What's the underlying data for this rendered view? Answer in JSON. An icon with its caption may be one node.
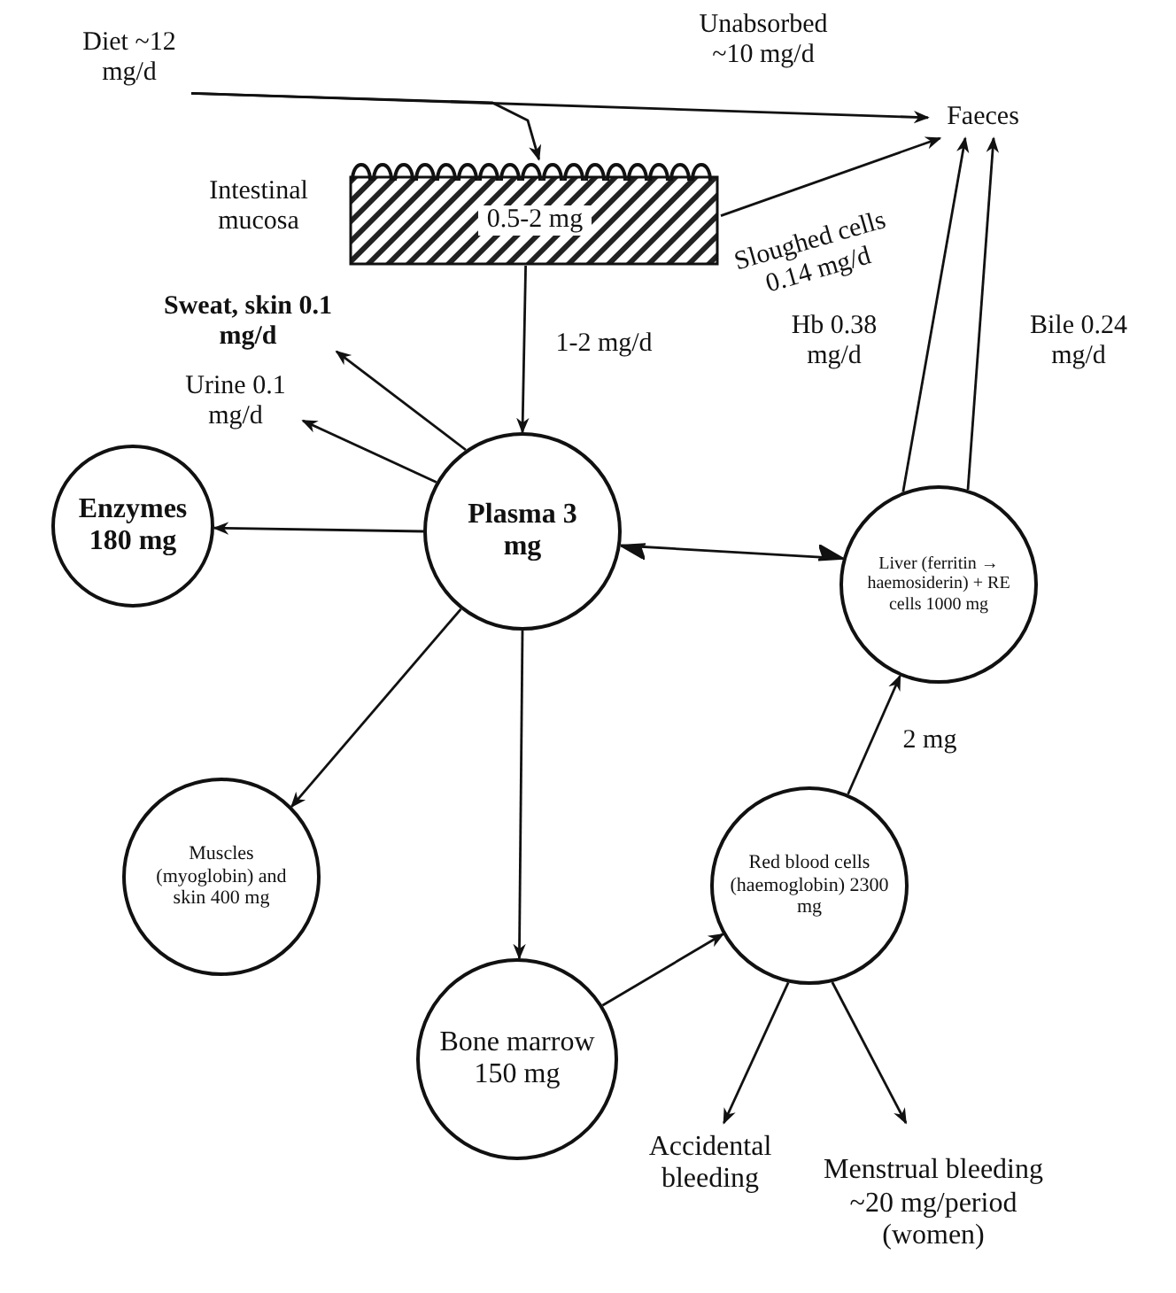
{
  "diagram": {
    "nodes": [
      {
        "text": [
          "Diet ~12 mg/d"
        ]
      },
      {
        "text": [
          "Faeces"
        ]
      },
      {
        "text": [
          "Intestinal mucosa",
          "0.5-2 mg"
        ]
      },
      {
        "text": [
          "Sweat, skin 0.1 mg/d"
        ]
      },
      {
        "text": [
          "Urine 0.1 mg/d"
        ]
      },
      {
        "text": [
          "Enzymes 180 mg"
        ]
      },
      {
        "text": [
          "Plasma 3 mg"
        ]
      },
      {
        "text": [
          "Liver (ferritin → haemosiderin) + RE cells 1000 mg"
        ]
      },
      {
        "text": [
          "Muscles (myoglobin) and skin 400 mg"
        ]
      },
      {
        "text": [
          "Bone marrow 150 mg"
        ]
      },
      {
        "text": [
          "Red blood cells (haemoglobin) 2300 mg"
        ]
      },
      {
        "text": [
          "Accidental bleeding"
        ]
      },
      {
        "text": [
          "Menstrual bleeding ~20 mg/period (women)"
        ]
      }
    ],
    "edges": [
      {
        "from": 0,
        "to": 1,
        "arrow": "to",
        "label": "Unabsorbed ~10 mg/d"
      },
      {
        "from": 0,
        "to": 2,
        "arrow": "to"
      },
      {
        "from": 2,
        "to": 1,
        "arrow": "to",
        "label": "Sloughed cells 0.14 mg/d"
      },
      {
        "from": 2,
        "to": 6,
        "arrow": "to",
        "label": "1-2 mg/d"
      },
      {
        "from": 6,
        "to": 3,
        "arrow": "to"
      },
      {
        "from": 6,
        "to": 4,
        "arrow": "to"
      },
      {
        "from": 6,
        "to": 5,
        "arrow": "to"
      },
      {
        "from": 6,
        "to": 7,
        "arrow": "both"
      },
      {
        "from": 7,
        "to": 1,
        "arrow": "to",
        "label": "Hb 0.38 mg/d"
      },
      {
        "from": 7,
        "to": 1,
        "arrow": "to",
        "label": "Bile 0.24 mg/d"
      },
      {
        "from": 6,
        "to": 8,
        "arrow": "to"
      },
      {
        "from": 6,
        "to": 9,
        "arrow": "to"
      },
      {
        "from": 9,
        "to": 10,
        "arrow": "to"
      },
      {
        "from": 10,
        "to": 7,
        "arrow": "to",
        "label": "2 mg"
      },
      {
        "from": 10,
        "to": 11,
        "arrow": "to"
      },
      {
        "from": 10,
        "to": 12,
        "arrow": "to"
      }
    ]
  }
}
